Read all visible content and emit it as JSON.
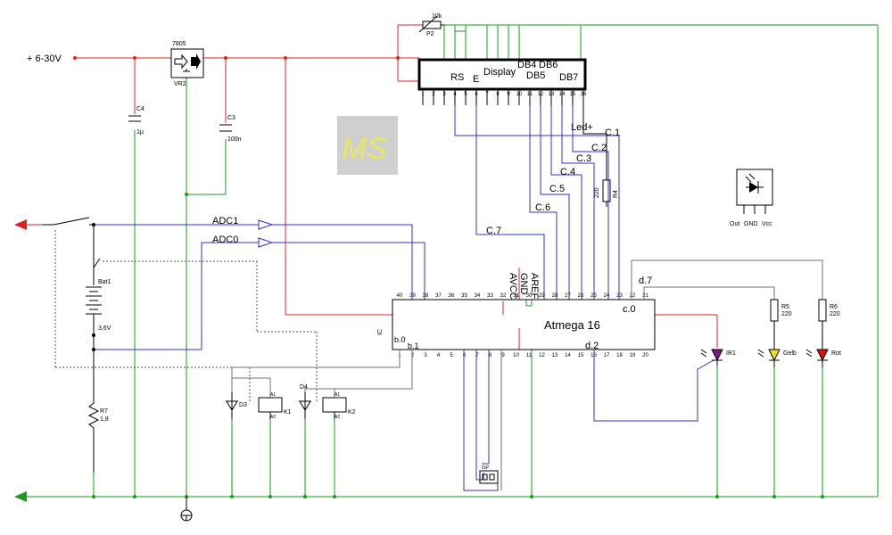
{
  "supply": {
    "label": "+ 6-30V"
  },
  "regulator": {
    "part": "7805",
    "ref": "VR2"
  },
  "c4": {
    "ref": "C4",
    "value": "1µ"
  },
  "c3": {
    "ref": "C3",
    "value": "100n"
  },
  "pot": {
    "ref": "P2",
    "value": "10k"
  },
  "display": {
    "title": "Display",
    "labels": [
      "RS",
      "E",
      "DB4",
      "DB5",
      "DB6",
      "DB7"
    ],
    "led_label": "Led+",
    "pins": [
      "1",
      "2",
      "3",
      "4",
      "5",
      "6",
      "7",
      "8",
      "9",
      "10",
      "11",
      "12",
      "13",
      "14",
      "15",
      "16"
    ]
  },
  "port_c": [
    "C.1",
    "C.2",
    "C.3",
    "C.4",
    "C.5",
    "C.6",
    "C.7"
  ],
  "r4": {
    "ref": "R4",
    "value": "220"
  },
  "ir_sensor": {
    "pins": [
      "Out",
      "GND",
      "Vcc"
    ]
  },
  "adc": {
    "adc1": "ADC1",
    "adc0": "ADC0"
  },
  "mcu": {
    "name": "Atmega 16",
    "ref": "IC",
    "top_labels": [
      "AVCC",
      "GND",
      "AREF"
    ],
    "top_pins": [
      "40",
      "39",
      "38",
      "37",
      "36",
      "35",
      "34",
      "33",
      "32",
      "31",
      "30",
      "29",
      "28",
      "27",
      "26",
      "25",
      "24",
      "23",
      "22",
      "21"
    ],
    "bottom_pins": [
      "1",
      "2",
      "3",
      "4",
      "5",
      "6",
      "7",
      "8",
      "9",
      "10",
      "11",
      "12",
      "13",
      "14",
      "15",
      "16",
      "17",
      "18",
      "19",
      "20"
    ],
    "port_labels": {
      "d7": "d.7",
      "c0": "c.0",
      "b0": "b.0",
      "b1": "b.1",
      "d2": "d.2"
    }
  },
  "battery": {
    "ref": "Bat1",
    "value": "3,6V"
  },
  "r7": {
    "ref": "R7",
    "value": "1,8"
  },
  "r5": {
    "ref": "R5",
    "value": "220"
  },
  "r6": {
    "ref": "R6",
    "value": "220"
  },
  "leds": {
    "ir": "IR1",
    "yellow": "Gelb",
    "red": "Rot"
  },
  "relays": {
    "k1": "K1",
    "k2": "K2",
    "a1": "A1",
    "a2": "A2"
  },
  "diodes": {
    "d3": "D3",
    "d4": "D4"
  },
  "isp": {
    "label": "ISP"
  },
  "logo": "MS",
  "colors": {
    "supply": "#e02020",
    "ground": "#1a9a1a",
    "signal": "#3030d0",
    "wire": "#000000"
  }
}
